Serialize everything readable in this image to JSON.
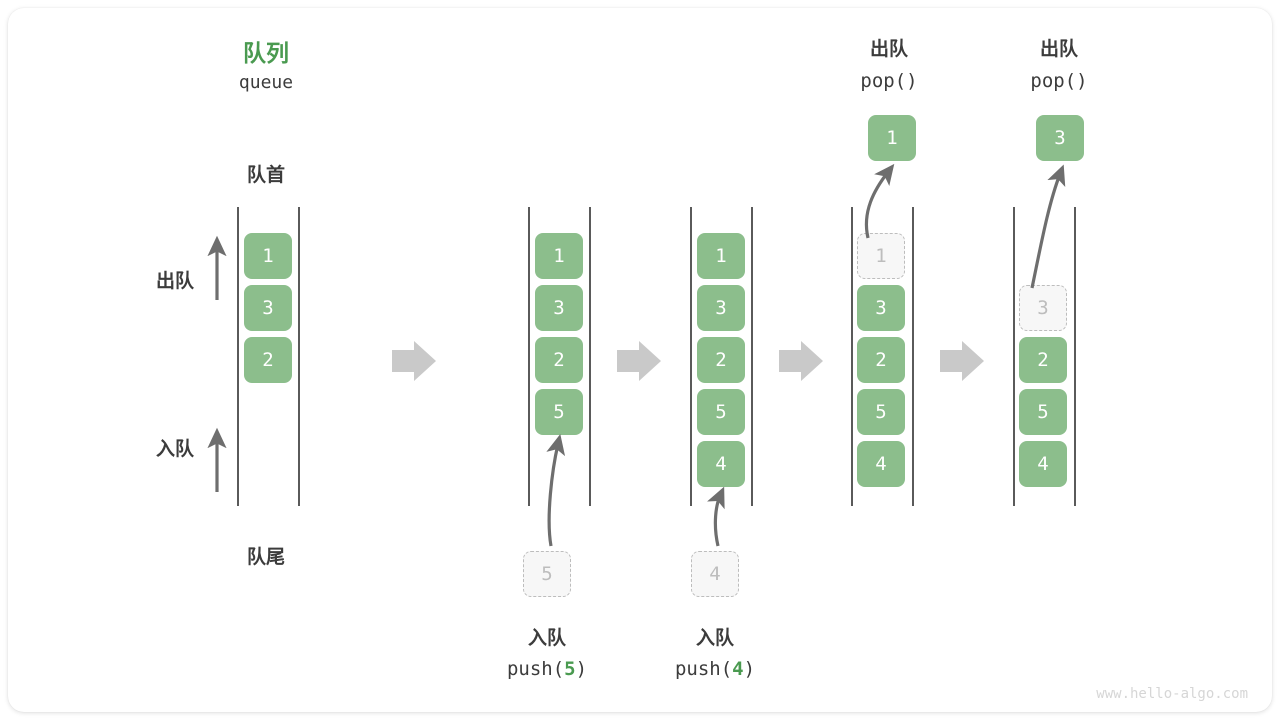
{
  "title": {
    "cn": "队列",
    "en": "queue"
  },
  "labels": {
    "front": "队首",
    "rear": "队尾",
    "dequeue": "出队",
    "enqueue": "入队"
  },
  "colors": {
    "element_green": "#8cbe8c",
    "title_green": "#4a9a50",
    "ghost_gray": "#bdbdbd",
    "rail_gray": "#5a5a5a",
    "arrow_gray": "#6e6e6e",
    "separator_gray": "#c9c9c9",
    "text_dark": "#3c3c3c",
    "footer_gray": "#d6d6d6"
  },
  "footer": "www.hello-algo.com",
  "operations": {
    "push5": {
      "cn": "入队",
      "fn_prefix": "push(",
      "arg": "5",
      "fn_suffix": ")",
      "ghost_value": "5"
    },
    "push4": {
      "cn": "入队",
      "fn_prefix": "push(",
      "arg": "4",
      "fn_suffix": ")",
      "ghost_value": "4"
    },
    "pop1": {
      "cn": "出队",
      "fn": "pop()",
      "result_value": "1"
    },
    "pop2": {
      "cn": "出队",
      "fn": "pop()",
      "result_value": "3"
    }
  },
  "chart_data": {
    "type": "diagram",
    "title": "队列 queue",
    "states": [
      {
        "id": "initial",
        "items": [
          "1",
          "3",
          "2"
        ],
        "ghost_index": -1,
        "empty_slots_top": 0
      },
      {
        "id": "after-push-5",
        "items": [
          "1",
          "3",
          "2",
          "5"
        ],
        "ghost_index": -1,
        "empty_slots_top": 0
      },
      {
        "id": "after-push-4",
        "items": [
          "1",
          "3",
          "2",
          "5",
          "4"
        ],
        "ghost_index": -1,
        "empty_slots_top": 0
      },
      {
        "id": "during-pop-1",
        "items": [
          "1",
          "3",
          "2",
          "5",
          "4"
        ],
        "ghost_index": 0,
        "empty_slots_top": 0
      },
      {
        "id": "during-pop-3",
        "items": [
          "3",
          "2",
          "5",
          "4"
        ],
        "ghost_index": 0,
        "empty_slots_top": 1
      }
    ],
    "separators": 4
  },
  "columns": [
    {
      "name": "col-1",
      "values": [
        "1",
        "3",
        "2"
      ]
    },
    {
      "name": "col-2",
      "values": [
        "1",
        "3",
        "2",
        "5"
      ]
    },
    {
      "name": "col-3",
      "values": [
        "1",
        "3",
        "2",
        "5",
        "4"
      ]
    },
    {
      "name": "col-4",
      "values": [
        "1",
        "3",
        "2",
        "5",
        "4"
      ]
    },
    {
      "name": "col-5",
      "values": [
        "3",
        "2",
        "5",
        "4"
      ]
    }
  ]
}
